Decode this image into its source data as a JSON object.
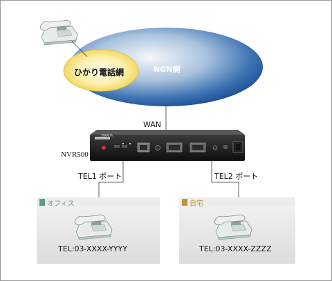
{
  "networks": {
    "ngn_label": "NGN網",
    "hikari_label": "ひかり電話網",
    "ngn_color": "#1f5aa6",
    "hikari_color": "#f2d54a"
  },
  "wan_label": "WAN",
  "router": {
    "model": "NVR500",
    "brand": "YAMAHA"
  },
  "ports": {
    "tel1": "TEL1 ポート",
    "tel2": "TEL2 ポート"
  },
  "rooms": [
    {
      "name": "オフィス",
      "tel": "TEL:03-XXXX-YYYY",
      "marker_color": "#5f9b84",
      "text_color": "#5f9b84"
    },
    {
      "name": "自宅",
      "tel": "TEL:03-XXXX-ZZZZ",
      "marker_color": "#b79a3a",
      "text_color": "#b79a3a"
    }
  ],
  "icons": [
    "telephone-icon",
    "router-icon"
  ]
}
